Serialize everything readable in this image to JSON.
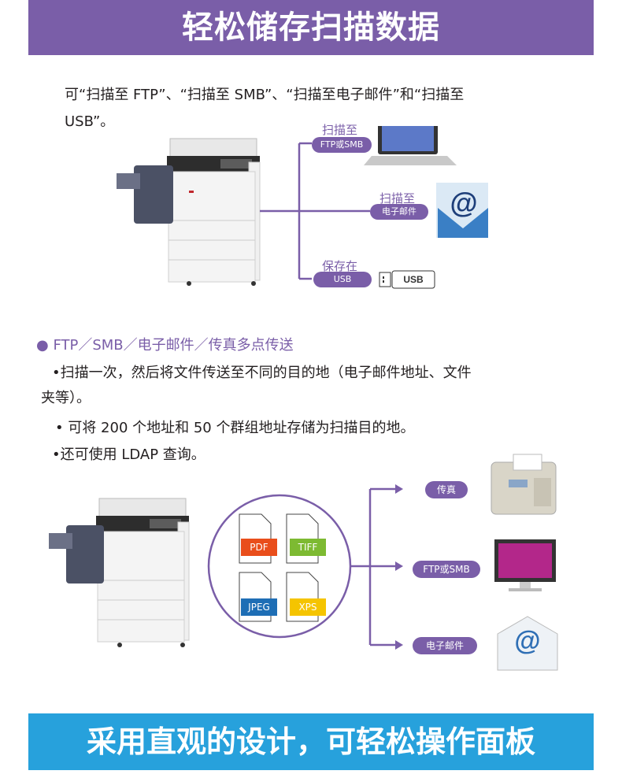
{
  "header": {
    "title": "轻松储存扫描数据"
  },
  "intro": {
    "line1": "可“扫描至 FTP”、“扫描至 SMB”、“扫描至电子邮件”和“扫描至",
    "line2": "USB”。"
  },
  "diagram1": {
    "ftp": {
      "label": "扫描至",
      "pill": "FTP或SMB"
    },
    "email": {
      "label": "扫描至",
      "pill": "电子邮件"
    },
    "usb": {
      "label": "保存在",
      "pill": "USB",
      "device": "USB"
    },
    "email_icon": "@"
  },
  "features": {
    "heading": "FTP／SMB／电子邮件／传真多点传送",
    "items": [
      {
        "line1": "•扫描一次，然后将文件传送至不同的目的地（电子邮件地址、文件",
        "line2": "夹等）。"
      },
      {
        "line1": "• 可将 200 个地址和 50 个群组地址存储为扫描目的地。"
      },
      {
        "line1": "•还可使用 LDAP 查询。"
      }
    ]
  },
  "diagram2": {
    "formats": [
      {
        "name": "PDF",
        "color": "#e94e1b"
      },
      {
        "name": "TIFF",
        "color": "#7dba32"
      },
      {
        "name": "JPEG",
        "color": "#1e6eb5"
      },
      {
        "name": "XPS",
        "color": "#f5c400"
      }
    ],
    "destinations": [
      "传真",
      "FTP或SMB",
      "电子邮件"
    ],
    "email_icon": "@"
  },
  "footer": {
    "title": "采用直观的设计，可轻松操作面板"
  },
  "colors": {
    "purple": "#7a5ea8",
    "blue": "#27a1dc"
  }
}
